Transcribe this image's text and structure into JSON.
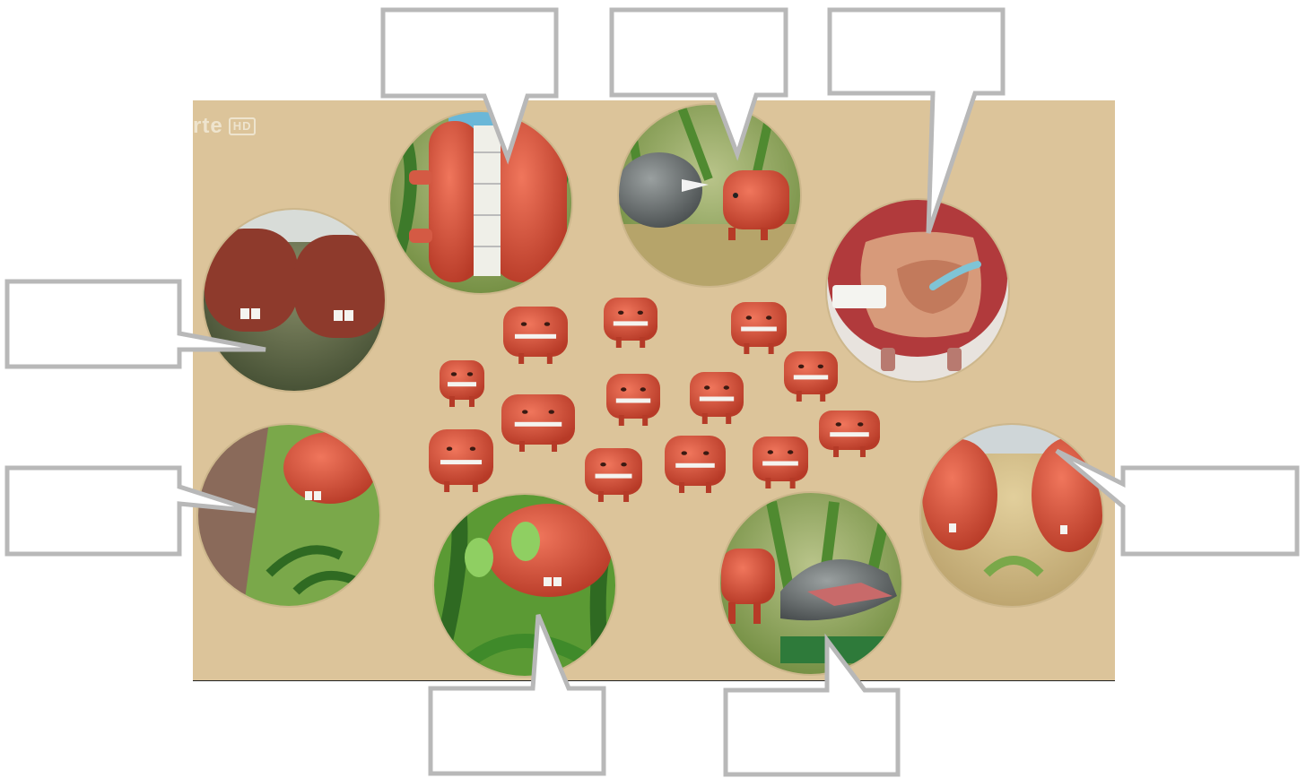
{
  "figure": {
    "background_color": "#dcc49a",
    "callout_stroke": "#b8b8b8",
    "creature_color": "#d9503a"
  },
  "logo": {
    "text": "rte",
    "badge": "HD"
  },
  "callouts": [
    {
      "id": "callout-top-1",
      "text": ""
    },
    {
      "id": "callout-top-2",
      "text": ""
    },
    {
      "id": "callout-top-3",
      "text": ""
    },
    {
      "id": "callout-left-1",
      "text": ""
    },
    {
      "id": "callout-left-2",
      "text": ""
    },
    {
      "id": "callout-right-1",
      "text": ""
    },
    {
      "id": "callout-bottom-1",
      "text": ""
    },
    {
      "id": "callout-bottom-2",
      "text": ""
    }
  ]
}
